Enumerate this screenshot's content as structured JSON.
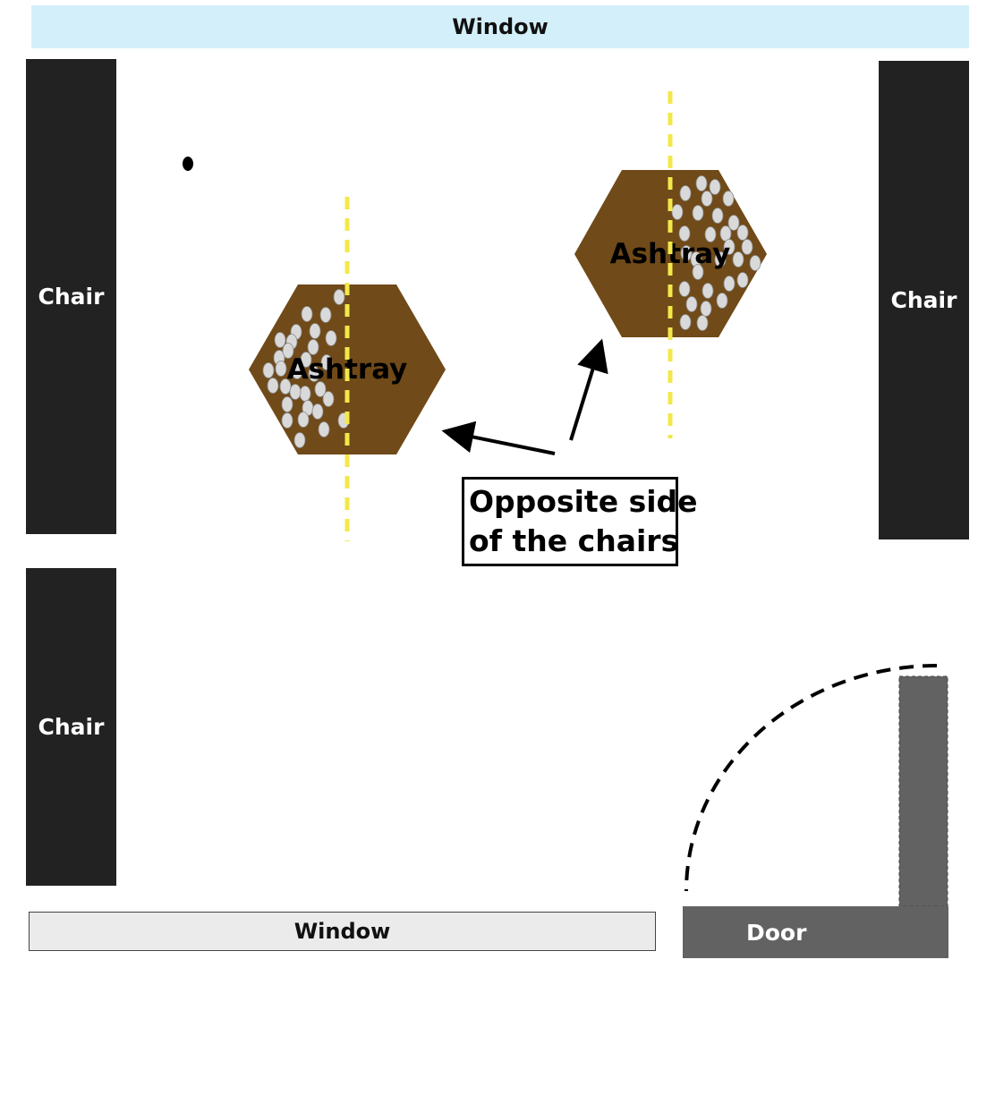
{
  "window_top": {
    "label": "Window"
  },
  "window_bottom": {
    "label": "Window"
  },
  "chairs": {
    "left_top": "Chair",
    "left_bottom": "Chair",
    "right": "Chair"
  },
  "door": {
    "label": "Door"
  },
  "ashtrays": [
    {
      "label": "Ashtray"
    },
    {
      "label": "Ashtray"
    }
  ],
  "callout": {
    "line1": "Opposite side",
    "line2": "of the chairs"
  },
  "colors": {
    "window": "#d3effa",
    "chair": "#222222",
    "ashtray": "#704a18",
    "center_line": "#f2e84a",
    "door": "#626262",
    "cigarette_butt": "#d9d9d9"
  }
}
